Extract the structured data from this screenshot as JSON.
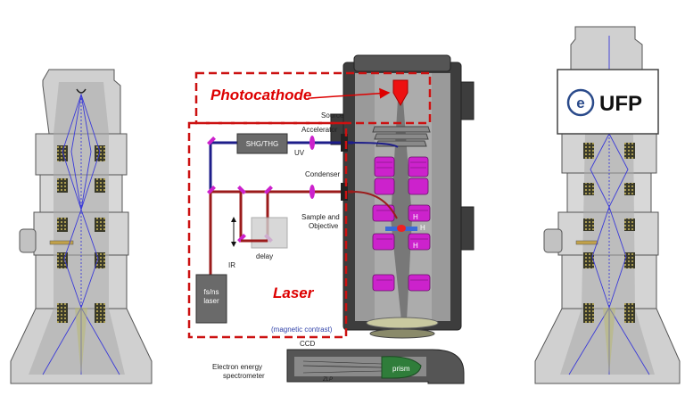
{
  "labels": {
    "photocathode": "Photocathode",
    "laser": "Laser",
    "source": "Source",
    "accelerator": "Accelerator",
    "uv": "UV",
    "shg_thg": "SHG/THG",
    "condenser": "Condenser",
    "sample_and": "Sample and",
    "objective": "Objective",
    "delay": "delay",
    "ir": "IR",
    "fsns": "fs/ns",
    "laser_box": "laser",
    "magnetic_contrast": "(magnetic contrast)",
    "ccd": "CCD",
    "electron_energy": "Electron energy",
    "spectrometer": "spectrometer",
    "prism": "prism",
    "zlp": "ZLP",
    "h1": "H",
    "h2": "H",
    "h3": "H",
    "ufp": "UFP",
    "e_logo": "e"
  },
  "colors": {
    "dashed_box": "#cc1111",
    "laser_beam": "#9b1b1b",
    "uv_beam": "#1d1d8a",
    "magenta": "#cc22cc",
    "body_gray": "#d6d6d6",
    "dark_gray": "#555555",
    "ray_blue": "#3a3ad8",
    "prism_green": "#2f7d3a"
  },
  "icons": {
    "arrow": "red-arrow-to-source",
    "delay_arrow": "up-down-arrow"
  }
}
